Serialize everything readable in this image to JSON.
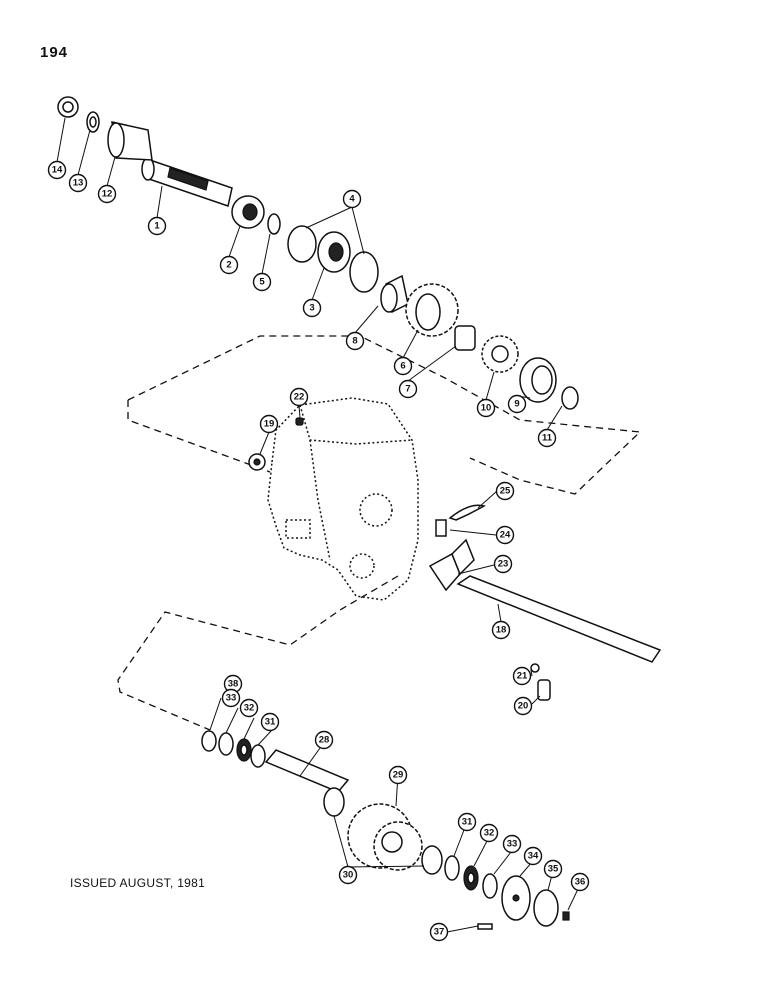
{
  "page_number": "194",
  "issued_text": "ISSUED AUGUST, 1981",
  "callouts": [
    "1",
    "2",
    "3",
    "4",
    "5",
    "6",
    "7",
    "8",
    "9",
    "10",
    "11",
    "12",
    "13",
    "14",
    "18",
    "19",
    "20",
    "21",
    "22",
    "23",
    "24",
    "25",
    "28",
    "29",
    "30",
    "31",
    "32",
    "33",
    "34",
    "35",
    "36",
    "37",
    "38"
  ]
}
